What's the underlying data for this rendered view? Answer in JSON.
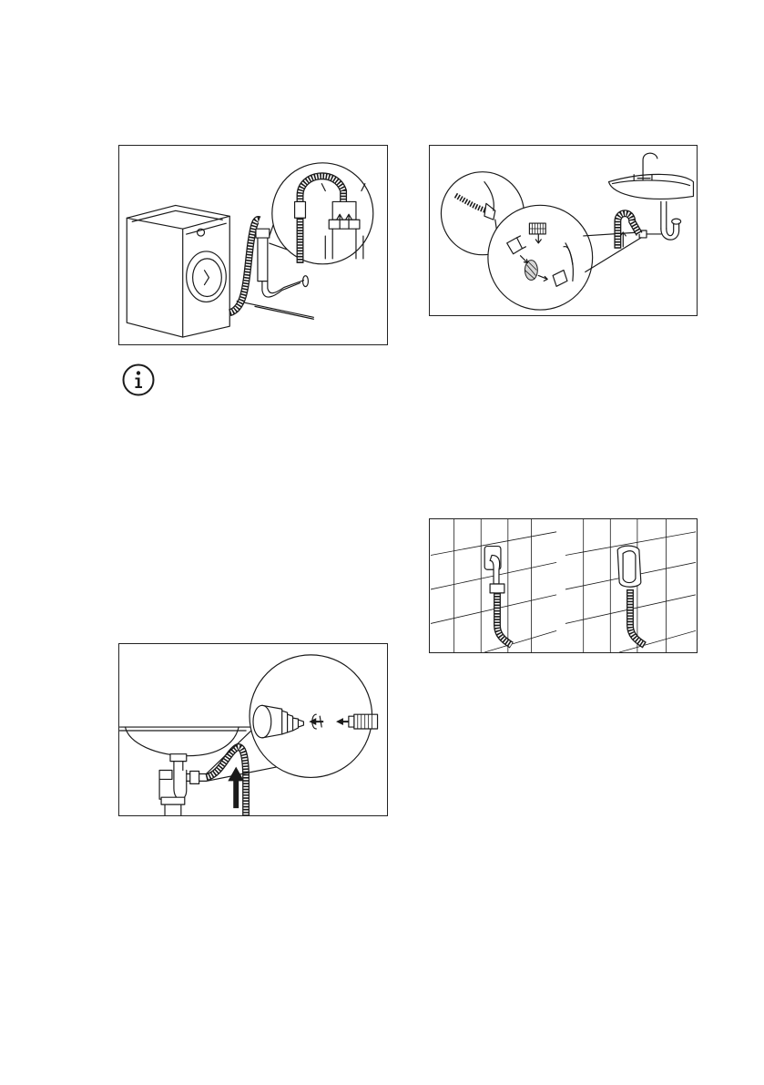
{
  "page": {
    "figures": [
      {
        "id": "machine-drain-hose",
        "icon": "washing-machine-hose-over-standpipe"
      },
      {
        "id": "sink-filter",
        "icon": "sink-trap-filter"
      },
      {
        "id": "wall-outlet",
        "icon": "wall-drain-connection"
      },
      {
        "id": "sink-connector",
        "icon": "sink-hose-connector"
      }
    ],
    "info_icon": "information-icon",
    "info_letter": "i"
  }
}
